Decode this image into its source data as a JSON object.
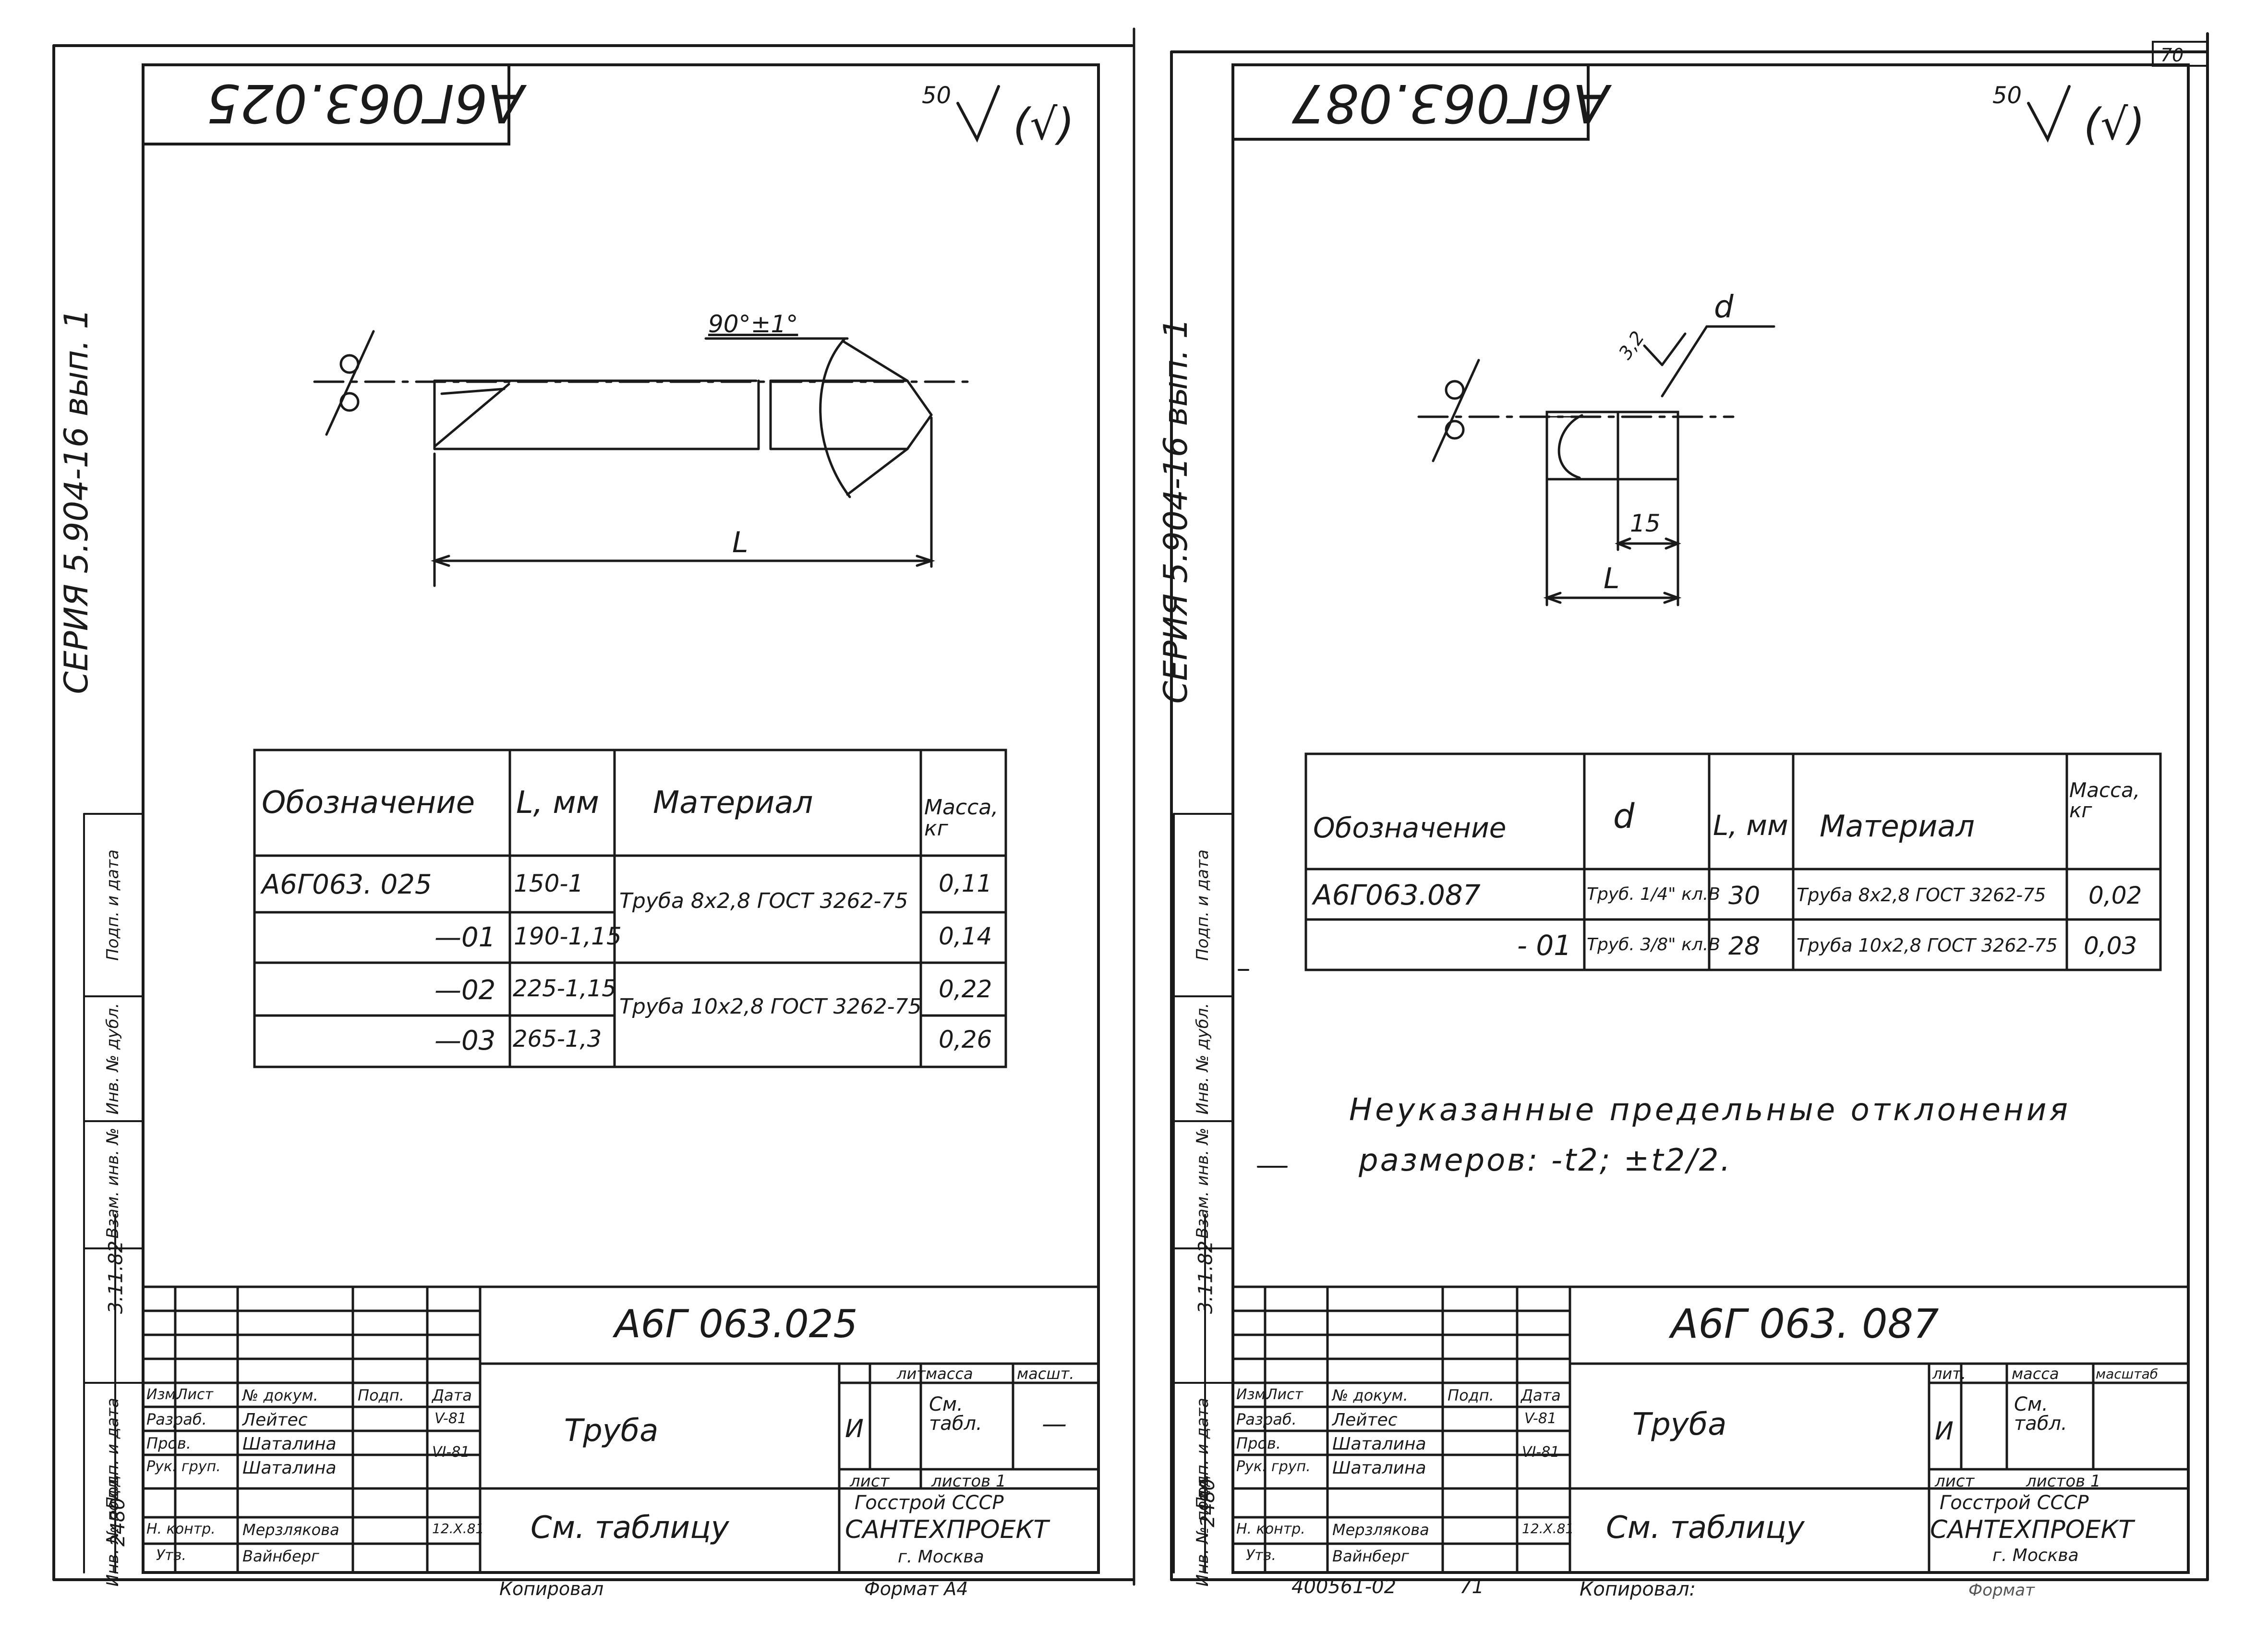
{
  "page": {
    "sheet_number": "70"
  },
  "left": {
    "code_rot": "А6Г063.025",
    "roughness_num": "50",
    "roughness_sym": "(√)",
    "series": "СЕРИЯ 5.904-16 вып. 1",
    "angle": "90°±1°",
    "dim_L": "L",
    "table": {
      "headers": [
        "Обозначение",
        "L, мм",
        "Материал",
        "Масса, кг"
      ],
      "rows": [
        {
          "des": "А6Г063. 025",
          "len": "150-1",
          "mass": "0,11"
        },
        {
          "des": "—01",
          "len": "190-1,15",
          "mass": "0,14"
        },
        {
          "des": "—02",
          "len": "225-1,15",
          "mass": "0,22"
        },
        {
          "des": "—03",
          "len": "265-1,3",
          "mass": "0,26"
        }
      ],
      "mat1": "Труба 8х2,8 ГОСТ 3262-75",
      "mat2": "Труба 10х2,8 ГОСТ 3262-75"
    },
    "side": {
      "c1": "Взам. инв. №",
      "c2": "Инв. № дубл.",
      "c3": "Подп. и дата",
      "c4": "Подп. и дата",
      "c5": "Инв. № подл."
    },
    "stamp": {
      "code": "А6Г 063.025",
      "name": "Труба",
      "ref": "См. таблицу",
      "lit_h": "лит.",
      "mass_h": "масса",
      "scale_h": "масшт.",
      "lit": "И",
      "mass": "См. табл.",
      "scale": "—",
      "sheet": "лист",
      "sheets": "листов 1",
      "org1": "Госстрой СССР",
      "org2": "САНТЕХПРОЕКТ",
      "org3": "г. Москва",
      "h_izm": "Изм.",
      "h_list": "Лист",
      "h_doc": "№ докум.",
      "h_podp": "Подп.",
      "h_date": "Дата",
      "r1": "Разраб.",
      "r2": "Пров.",
      "r3": "Рук. груп.",
      "r4": "Н. контр.",
      "r5": "Утв.",
      "n1": "Лейтес",
      "n2": "Шаталина",
      "n3": "Шаталина",
      "n4": "Мерзлякова",
      "n5": "Вайнберг",
      "d1": "V-81",
      "d2": "VI-81",
      "d4": "12.X.81",
      "side_date": "3.11.82",
      "side_num": "2480"
    },
    "kopir": "Копировал",
    "format": "Формат А4"
  },
  "right": {
    "code_rot": "А6Г063.087",
    "roughness_num": "50",
    "roughness_sym": "(√)",
    "series": "СЕРИЯ 5.904-16 вып. 1",
    "dim_d": "d",
    "rough_32": "3,2",
    "dim_15": "15",
    "dim_L": "L",
    "table": {
      "headers": [
        "Обозначение",
        "d",
        "L, мм",
        "Материал",
        "Масса, кг"
      ],
      "rows": [
        {
          "des": "А6Г063.087",
          "d": "Труб. 1/4\" кл.В",
          "len": "30",
          "mat": "Труба 8х2,8 ГОСТ 3262-75",
          "mass": "0,02"
        },
        {
          "des": "- 01",
          "d": "Труб. 3/8\" кл.В",
          "len": "28",
          "mat": "Труба 10х2,8 ГОСТ 3262-75",
          "mass": "0,03"
        }
      ]
    },
    "note1": "Неуказанные предельные отклонения",
    "note2": "размеров: -t2; ±t2/2.",
    "side": {
      "c1": "Взам. инв. №",
      "c2": "Инв. № дубл.",
      "c3": "Подп. и дата",
      "c4": "Подп. и дата",
      "c5": "Инв. № подл."
    },
    "stamp": {
      "code": "А6Г 063. 087",
      "name": "Труба",
      "ref": "См. таблицу",
      "lit_h": "лит.",
      "mass_h": "масса",
      "scale_h": "масштаб",
      "lit": "И",
      "mass": "См. табл.",
      "sheet": "лист",
      "sheets": "листов 1",
      "org1": "Госстрой СССР",
      "org2": "САНТЕХПРОЕКТ",
      "org3": "г. Москва",
      "h_izm": "Изм.",
      "h_list": "Лист",
      "h_doc": "№ докум.",
      "h_podp": "Подп.",
      "h_date": "Дата",
      "r1": "Разраб.",
      "r2": "Пров.",
      "r3": "Рук. груп.",
      "r4": "Н. контр.",
      "r5": "Утв.",
      "n1": "Лейтес",
      "n2": "Шаталина",
      "n3": "Шаталина",
      "n4": "Мерзлякова",
      "n5": "Вайнберг",
      "d1": "V-81",
      "d2": "VI-81",
      "d4": "12.X.81",
      "side_date": "3.11.82",
      "side_num": "2480"
    },
    "kopir": "Копировал:",
    "bottom_num": "400561-02",
    "bottom_page": "71",
    "format": "Формат"
  }
}
